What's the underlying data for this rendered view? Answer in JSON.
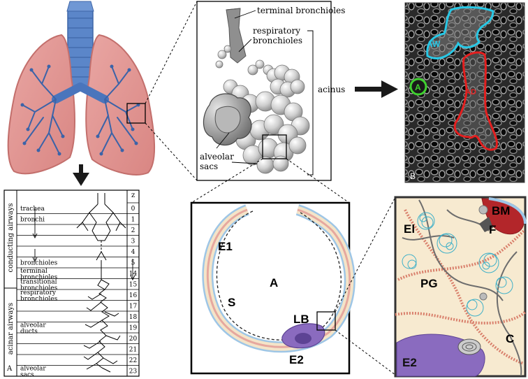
{
  "panel_alveoli": {
    "terminal_bronchioles": "terminal bronchioles",
    "respiratory_line1": "respiratory",
    "respiratory_line2": "bronchioles",
    "acinus": "acinus",
    "alveolar_line1": "alveolar",
    "alveolar_line2": "sacs"
  },
  "panel_micrograph": {
    "aw_label": "AW",
    "ad_label": "AD",
    "a_label": "A",
    "b_label": "B",
    "colors": {
      "aw": "#28c8e6",
      "ad": "#e41f1f",
      "a": "#3fd12f"
    }
  },
  "panel_airway_table": {
    "z_header": "z",
    "group_conducting": "conducting airways",
    "group_acinar": "acinar airways",
    "a_label": "A",
    "rows": [
      {
        "label": "trachea",
        "z": "0"
      },
      {
        "label": "bronchi",
        "z": "1"
      },
      {
        "label": "",
        "z": "2"
      },
      {
        "label": "",
        "z": "3"
      },
      {
        "label": "",
        "z": "4"
      },
      {
        "label": "bronchioles",
        "z": "5"
      },
      {
        "label": "terminal bronchioles",
        "z": "14"
      },
      {
        "label": "transitional bronchioles",
        "z": "15"
      },
      {
        "label": "respiratory bronchioles",
        "z": "16"
      },
      {
        "label": "",
        "z": "17"
      },
      {
        "label": "",
        "z": "18"
      },
      {
        "label": "alveolar ducts",
        "z": "19"
      },
      {
        "label": "",
        "z": "20"
      },
      {
        "label": "",
        "z": "21"
      },
      {
        "label": "",
        "z": "22"
      },
      {
        "label": "alveolar sacs",
        "z": "23"
      }
    ]
  },
  "panel_alveolus": {
    "e1": "E1",
    "a": "A",
    "s": "S",
    "lb": "LB",
    "e2": "E2"
  },
  "panel_interstitium": {
    "bm": "BM",
    "el": "El",
    "f": "F",
    "pg": "PG",
    "c": "C",
    "e2": "E2"
  }
}
